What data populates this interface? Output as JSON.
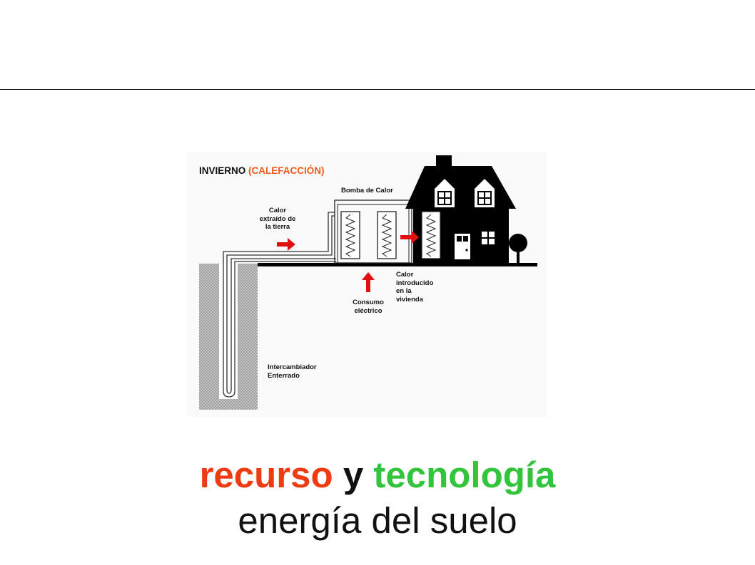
{
  "diagram": {
    "season": "INVIERNO",
    "mode": "(CALEFACCIÓN)",
    "heat_pump_label": "Bomba de Calor",
    "heat_extracted_label": [
      "Calor",
      "extraído de",
      "la tierra"
    ],
    "electric_consumption_label": [
      "Consumo",
      "eléctrico"
    ],
    "heat_introduced_label": [
      "Calor",
      "introducido",
      "en la",
      "vivienda"
    ],
    "buried_exchanger_label": [
      "Intercambiador",
      "Enterrado"
    ],
    "colors": {
      "accent": "#f05a1a",
      "arrow": "#e01010",
      "ground": "#bdbdbd",
      "house": "#000000"
    }
  },
  "caption": {
    "word_resource": "recurso",
    "word_and": "y",
    "word_technology": "tecnología",
    "subtitle": "energía del suelo",
    "colors": {
      "resource": "#ee3b12",
      "and": "#111111",
      "technology": "#32c43a"
    }
  }
}
